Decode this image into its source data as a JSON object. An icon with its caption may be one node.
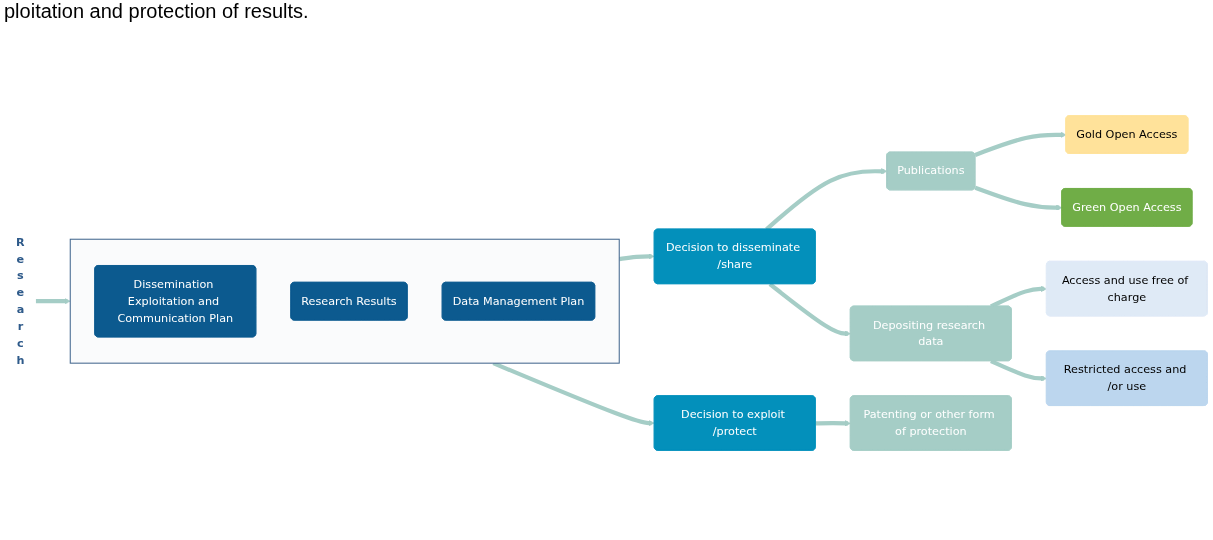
{
  "diagram": {
    "nodes": [
      {
        "text": [
          "Research"
        ]
      },
      {
        "text": [],
        "shape": "box"
      },
      {
        "text": [
          "Dissemination Exploitation and Communication Plan"
        ],
        "in": 1
      },
      {
        "text": [
          "Research Results"
        ],
        "in": 1
      },
      {
        "text": [
          "Data Management Plan"
        ],
        "in": 1
      },
      {
        "text": [
          "Decision to disseminate /share"
        ]
      },
      {
        "text": [
          "Decision to exploit /protect"
        ]
      },
      {
        "text": [
          "Publications"
        ]
      },
      {
        "text": [
          "Depositing research data"
        ]
      },
      {
        "text": [
          "Patenting or other form of protection"
        ]
      },
      {
        "text": [
          "Gold Open Access"
        ]
      },
      {
        "text": [
          "Green Open Access"
        ]
      },
      {
        "text": [
          "Access and use free of charge"
        ]
      },
      {
        "text": [
          "Restricted access and /or use"
        ]
      }
    ],
    "edges": [
      {
        "from": 0,
        "to": 1,
        "arrow": "to"
      },
      {
        "from": 1,
        "to": 5,
        "arrow": "to"
      },
      {
        "from": 1,
        "to": 6,
        "arrow": "to"
      },
      {
        "from": 5,
        "to": 7,
        "arrow": "to"
      },
      {
        "from": 5,
        "to": 8,
        "arrow": "to"
      },
      {
        "from": 7,
        "to": 10,
        "arrow": "to"
      },
      {
        "from": 7,
        "to": 11,
        "arrow": "to"
      },
      {
        "from": 8,
        "to": 12,
        "arrow": "to"
      },
      {
        "from": 8,
        "to": 13,
        "arrow": "to"
      },
      {
        "from": 6,
        "to": 9,
        "arrow": "to"
      }
    ],
    "labels": [
      "ploitation and protection of results."
    ]
  }
}
